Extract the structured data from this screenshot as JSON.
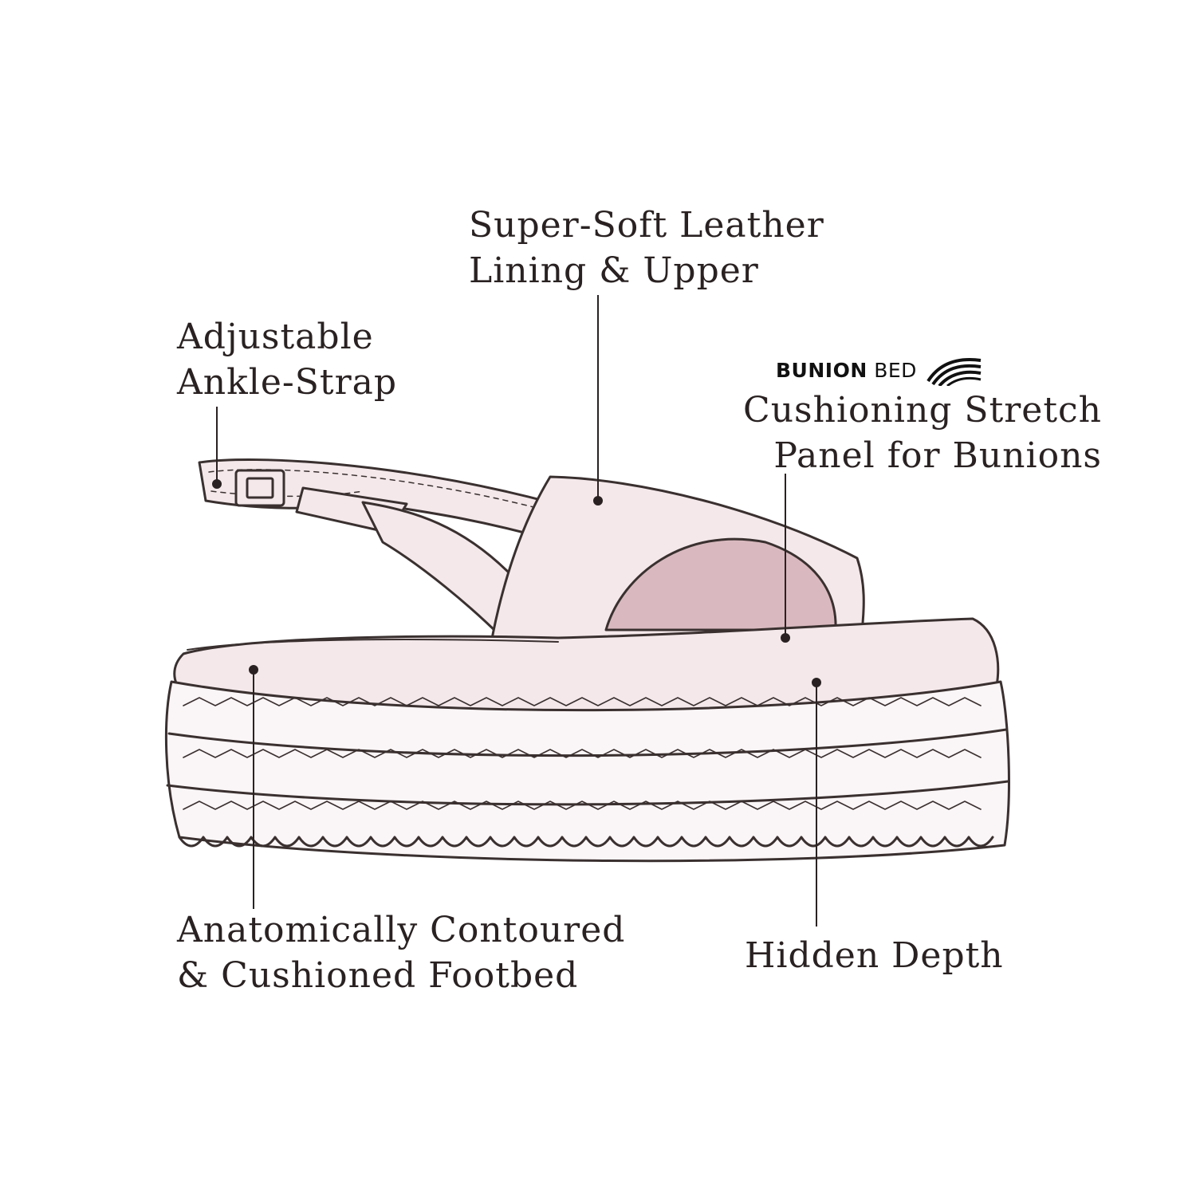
{
  "labels": {
    "leather": "Super-Soft Leather\nLining & Upper",
    "strap": "Adjustable\nAnkle-Strap",
    "bunion": "Cushioning Stretch\nPanel for Bunions",
    "footbed": "Anatomically Contoured\n& Cushioned Footbed",
    "depth": "Hidden Depth"
  },
  "brand": {
    "word1": "BUNION",
    "word2": "BED",
    "icon": "stripe-wave-logo"
  },
  "colors": {
    "outline": "#3a3030",
    "fill": "#f4e8ea",
    "panel": "#d9b9bf",
    "text": "#2a2222"
  }
}
